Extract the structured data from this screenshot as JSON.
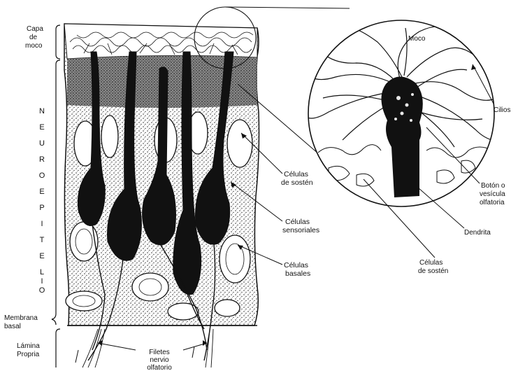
{
  "labels": {
    "capa_line1": "Capa",
    "capa_line2": "de",
    "capa_line3": "moco",
    "neuroepitelio": [
      "N",
      "E",
      "U",
      "R",
      "O",
      "E",
      "P",
      "I",
      "T",
      "E",
      "L",
      "I",
      "O"
    ],
    "membrana_line1": "Membrana",
    "membrana_line2": "basal",
    "lamina_line1": "Lámina",
    "lamina_line2": "Propria",
    "filetes_line1": "Filetes",
    "filetes_line2": "nervio",
    "filetes_line3": "olfatorio",
    "sosten_line1": "Células",
    "sosten_line2": "de sostén",
    "sensoriales_line1": "Células",
    "sensoriales_line2": "sensoriales",
    "basales_line1": "Células",
    "basales_line2": "basales",
    "moco": "Moco",
    "cilios": "Cilios",
    "boton_line1": "Botón o",
    "boton_line2": "vesícula",
    "boton_line3": "olfatoria",
    "dendrita": "Dendrita",
    "zoom_sosten_line1": "Células",
    "zoom_sosten_line2": "de sostén"
  },
  "colors": {
    "ink": "#111111",
    "paper": "#ffffff",
    "stipple": "#3a3a3a"
  }
}
